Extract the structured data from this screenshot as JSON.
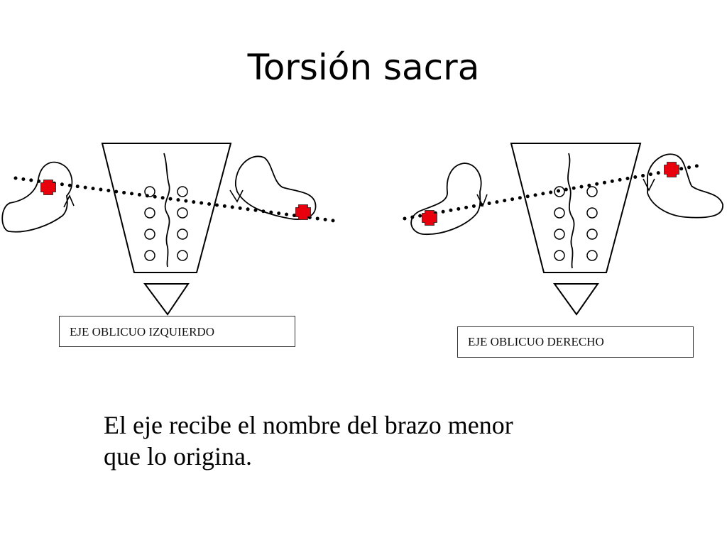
{
  "slide": {
    "title": "Torsión sacra",
    "caption_lines": [
      "El eje recibe el nombre del brazo menor",
      "que lo origina."
    ]
  },
  "diagrams": [
    {
      "axis_label": "EJE OBLICUO IZQUIERDO"
    },
    {
      "axis_label": "EJE OBLICUO DERECHO"
    }
  ],
  "colors": {
    "marker": "#e8000c",
    "stroke": "#000000"
  },
  "icons": [
    "red-cross-marker-icon"
  ]
}
